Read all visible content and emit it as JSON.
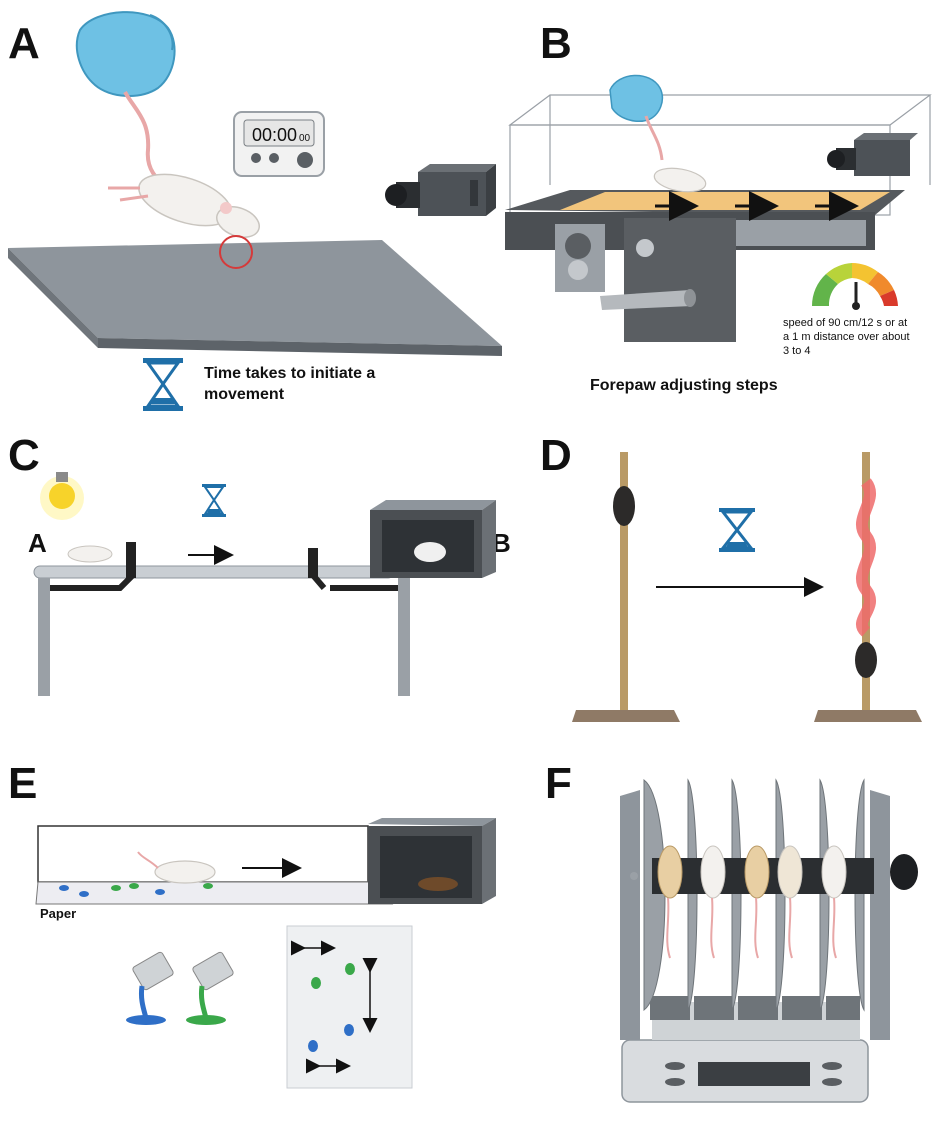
{
  "panels": {
    "a": {
      "label": "A",
      "timer": "00:00",
      "timer_small": "00",
      "caption_line1": "Time takes to initiate a",
      "caption_line2": "movement"
    },
    "b": {
      "label": "B",
      "speed_line1": "speed of 90 cm/12 s or at",
      "speed_line2": "a 1 m distance over about",
      "speed_line3": "3 to 4",
      "caption": "Forepaw adjusting steps"
    },
    "c": {
      "label": "C",
      "start_label": "A",
      "end_label": "B"
    },
    "d": {
      "label": "D"
    },
    "e": {
      "label": "E",
      "paper_label": "Paper"
    },
    "f": {
      "label": "F"
    }
  },
  "icons": [
    "glove-hand-icon",
    "stopwatch-icon",
    "camera-icon",
    "hourglass-icon",
    "speed-gauge-icon",
    "light-bulb-icon",
    "paint-can-icon",
    "arrow-icon"
  ],
  "colors": {
    "glove": "#6ec1e4",
    "hourglass": "#1f6fa8",
    "platform": "#8e959c",
    "treadmill_belt": "#f2c57c",
    "paint_blue": "#2f6fc7",
    "paint_green": "#3aa84a",
    "pole": "#b99a66",
    "rope": "#ef6b6b"
  }
}
